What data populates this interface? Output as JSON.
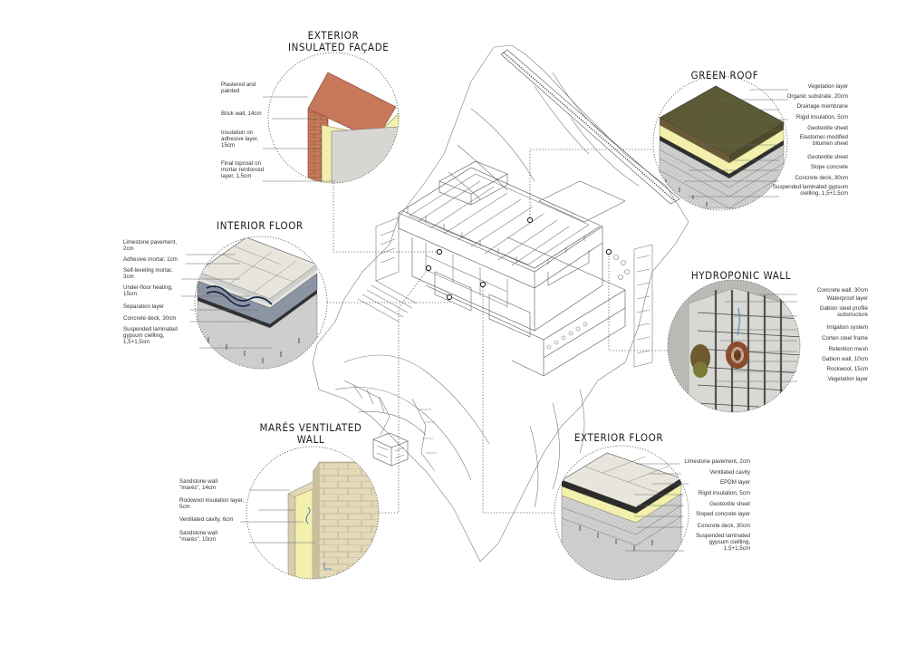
{
  "sections": {
    "exterior_facade": {
      "title_line1": "EXTERIOR",
      "title_line2": "INSULATED FAÇADE",
      "layers": [
        "Plastered and painted",
        "Brick wall, 14cm",
        "Insulation on adhesive layer, 15cm",
        "Final topcoat on mortar reinforced layer, 1,5cm"
      ]
    },
    "green_roof": {
      "title": "GREEN  ROOF",
      "layers": [
        "Vegetation layer",
        "Organic substrate, 20cm",
        "Drainage membrane",
        "Rigid insulation, 5cm",
        "Geotextile sheet",
        "Elastomer-modified bitumen sheet",
        "Geotextile sheet",
        "Slope concrete",
        "Concrete deck, 30cm",
        "Suspended laminated gypsum ciellling, 1,5+1,5cm"
      ]
    },
    "interior_floor": {
      "title": "INTERIOR FLOOR",
      "layers": [
        "Limestone pavement, 2cm",
        "Adhesive mortar, 1cm",
        "Self-leveling mortar, 3cm",
        "Under-floor heating, 15cm",
        "Separation layer",
        "Concrete deck, 30cm",
        "Suspended laminated gypsum ciellling, 1,5+1,5cm"
      ]
    },
    "hydroponic_wall": {
      "title": "HYDROPONIC WALL",
      "layers": [
        "Concrete wall, 30cm",
        "Waterproof layer",
        "Gabion steel profile substructure",
        "Irrigation system",
        "Corten steel frame",
        "Retention mesh",
        "Gabion wall, 10cm",
        "Rockwool, 15cm",
        "Vegetation layer"
      ]
    },
    "mares_wall": {
      "title_line1": "MARÉS VENTILATED",
      "title_line2": "WALL",
      "layers": [
        "Sandstone wall \"marés\", 14cm",
        "Rockwool insulation layer, 5cm",
        "Ventilated cavity, 6cm",
        "Sandstone wall \"marés\", 10cm"
      ]
    },
    "exterior_floor": {
      "title": "EXTERIOR FLOOR",
      "layers": [
        "Limestone pavement, 2cm",
        "Ventilated cavity",
        "EPDM layer",
        "Rigid insulation, 5cm",
        "Geotextile sheet",
        "Sloped concrete layer",
        "Concrete deck, 30cm",
        "Suspended laminated gypsum ciellling, 1,5+1,5cm"
      ]
    },
    "colors": {
      "brick": "#c8785a",
      "insulation": "#f3f0ad",
      "vegetation": "#5b5a34",
      "concrete": "#d2d2d0",
      "plaster": "#f7f6ee",
      "pavement": "#e8e6dc",
      "sandstone": "#e4d9b8",
      "steel": "#55524a",
      "corten": "#8a4b2c",
      "lines": "#555555"
    }
  }
}
